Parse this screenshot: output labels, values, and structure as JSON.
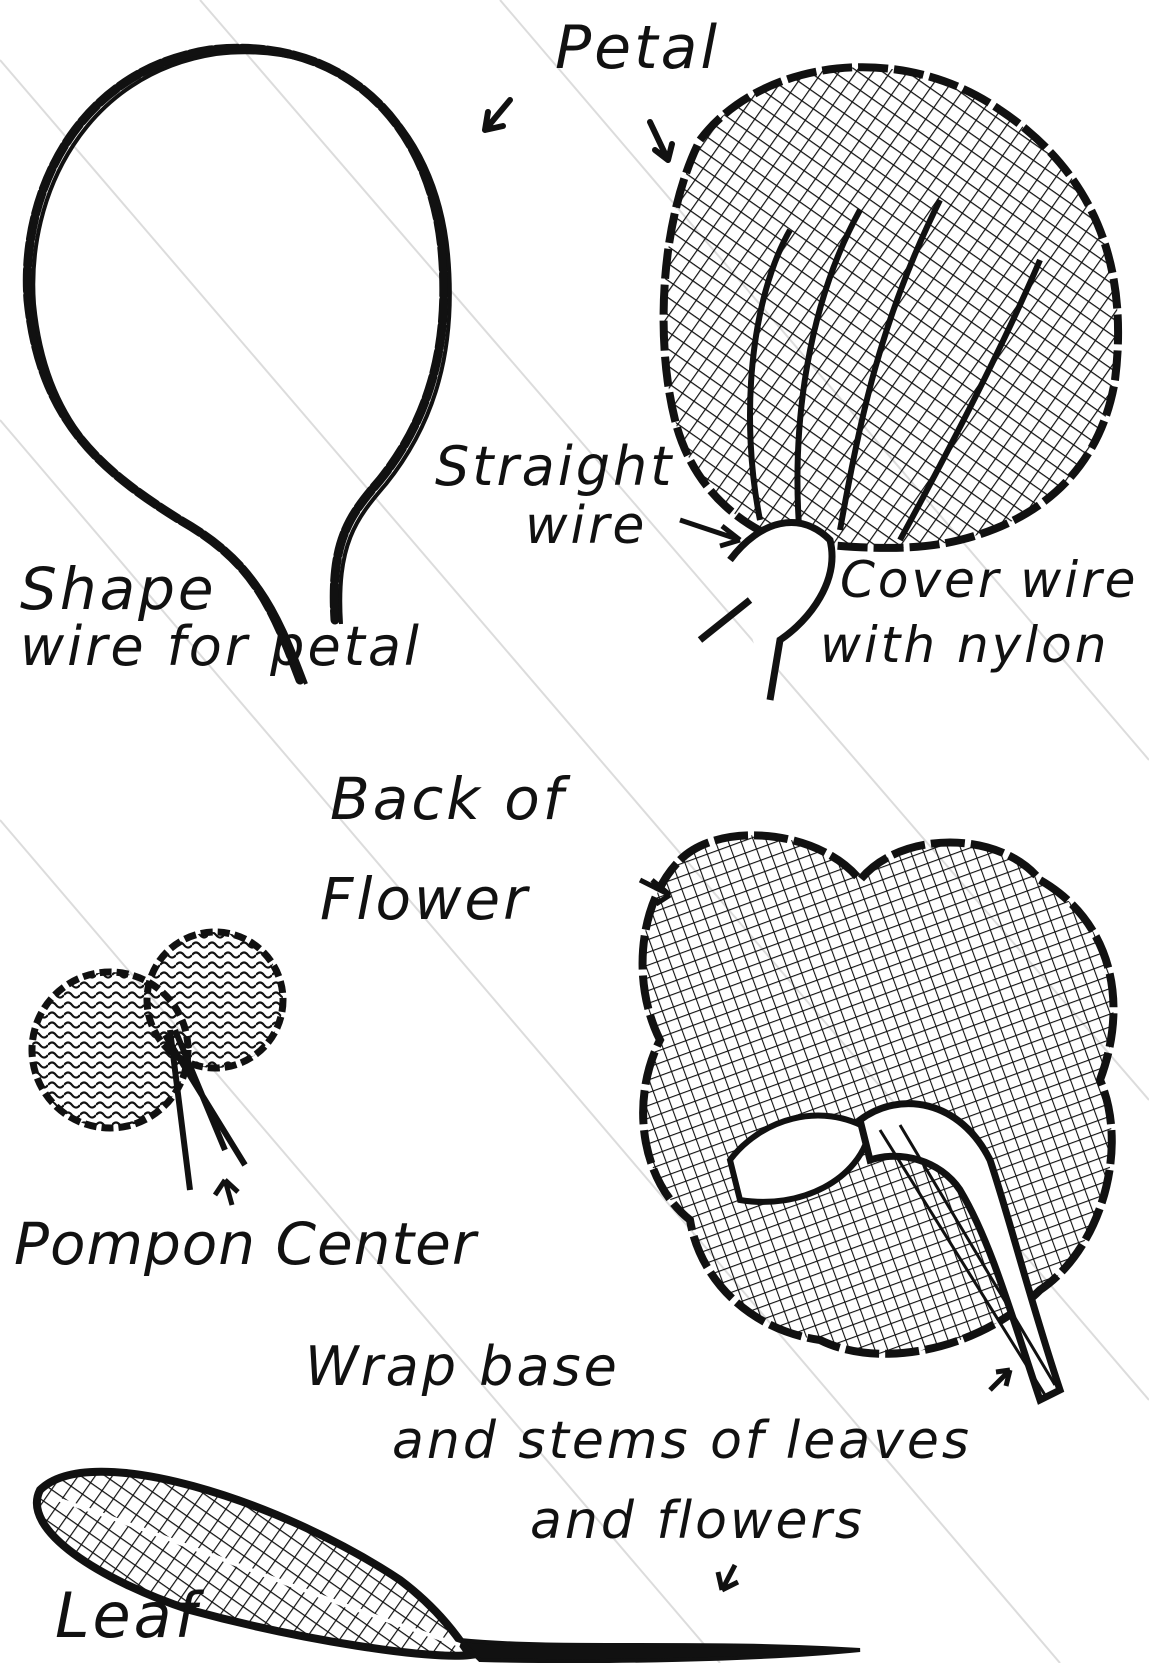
{
  "labels": {
    "petal": "Petal",
    "shape_1": "Shape",
    "shape_2": "wire for petal",
    "straight_1": "Straight",
    "straight_2": "wire",
    "cover_1": "Cover wire",
    "cover_2": "with nylon",
    "back_1": "Back of",
    "back_2": "Flower",
    "pompon": "Pompon Center",
    "wrap_1": "Wrap base",
    "wrap_2": "and stems of leaves",
    "wrap_3": "and flowers",
    "leaf": "Leaf"
  },
  "colors": {
    "ink": "#111111",
    "paper": "#ffffff",
    "watermark": "#d9d9d9"
  }
}
